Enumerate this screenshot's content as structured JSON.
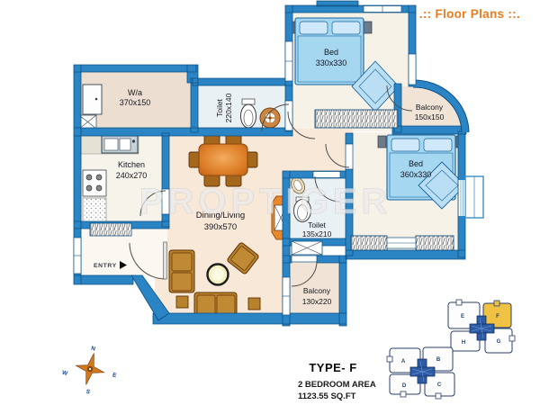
{
  "header": {
    "title": ".:: Floor Plans ::.",
    "title_color": "#e87d1f"
  },
  "watermark": {
    "text": "PROPTIGER"
  },
  "entry": {
    "label": "ENTRY"
  },
  "rooms": {
    "bed1": {
      "name": "Bed",
      "dims": "330x330"
    },
    "balcony1": {
      "name": "Balcony",
      "dims": "150x150"
    },
    "bed2": {
      "name": "Bed",
      "dims": "360x330"
    },
    "wa": {
      "name": "W/a",
      "dims": "370x150"
    },
    "toilet1": {
      "name": "Toilet",
      "dims": "220x140"
    },
    "kitchen": {
      "name": "Kitchen",
      "dims": "240x270"
    },
    "living": {
      "name": "Dining/Living",
      "dims": "390x570"
    },
    "toilet2": {
      "name": "Toilet",
      "dims": "135x210"
    },
    "balcony2": {
      "name": "Balcony",
      "dims": "130x220"
    }
  },
  "summary": {
    "type_label": "TYPE- F",
    "area_line1": "2 BEDROOM AREA",
    "area_line2": "1123.55 SQ.FT"
  },
  "compass": {
    "north": "N",
    "east": "E",
    "south": "S",
    "west": "W"
  },
  "key_plan": {
    "highlighted_unit": "F",
    "highlight_color": "#f0c243",
    "top": {
      "e": "E",
      "f": "F",
      "h": "H",
      "g": "G"
    },
    "bottom": {
      "a": "A",
      "b": "B",
      "d": "D",
      "c": "C"
    }
  },
  "colors": {
    "wall": "#2b85c4",
    "wall_outline": "#0c5085",
    "bed_fill": "#a5d7f1",
    "floor_living": "#f8e8d8",
    "floor_bedroom": "#f7f2e7",
    "floor_service": "#ecdfd2",
    "floor_toilet": "#e9f1f4",
    "furniture_brown": "#b8812c",
    "table_orange": "#dd7e28",
    "shaft_orange": "#e8872e"
  }
}
